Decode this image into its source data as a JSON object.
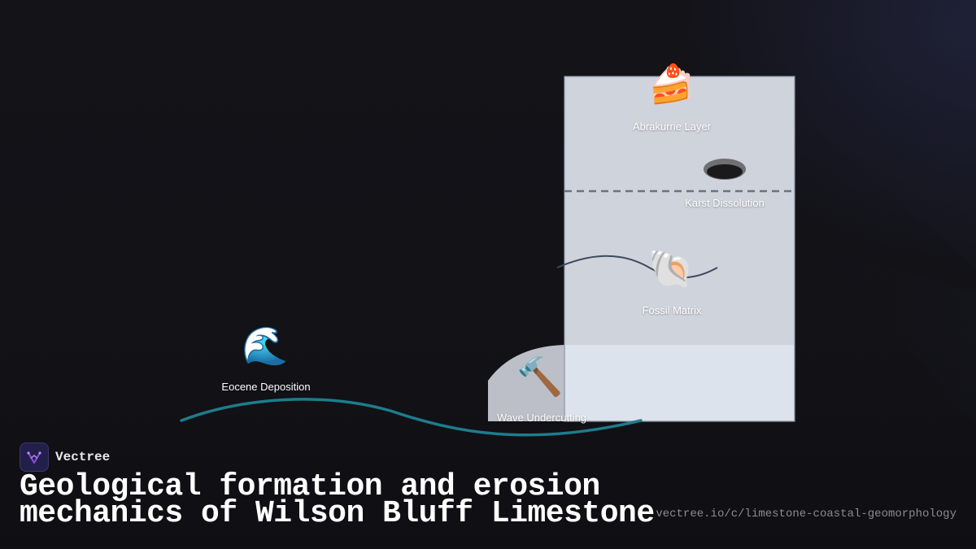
{
  "diagram": {
    "nodes": {
      "abrakurrie": {
        "label": "Abrakurrie Layer",
        "icon": "cake-icon",
        "glyph": "🍰"
      },
      "karst": {
        "label": "Karst Dissolution",
        "icon": "hole-icon"
      },
      "fossil": {
        "label": "Fossil Matrix",
        "icon": "shell-icon",
        "glyph": "🐚"
      },
      "eocene": {
        "label": "Eocene Deposition",
        "icon": "wave-icon",
        "glyph": "🌊"
      },
      "wave_undercutting": {
        "label": "Wave Undercutting",
        "icon": "hammer-icon",
        "glyph": "🔨"
      }
    },
    "colors": {
      "cliff_fill": "#cfd3dc",
      "cliff_lower": "#dde3ec",
      "cliff_border": "#8f98a8",
      "dashed_line": "#6b7380",
      "fossil_curve": "#3e4a5c",
      "eocene_curve": "#1e7c8c"
    }
  },
  "brand": {
    "name": "Vectree",
    "logo_color": "#8b4fd6"
  },
  "title": {
    "line1": "Geological formation and erosion",
    "line2": "mechanics of Wilson Bluff Limestone"
  },
  "url": "vectree.io/c/limestone-coastal-geomorphology"
}
